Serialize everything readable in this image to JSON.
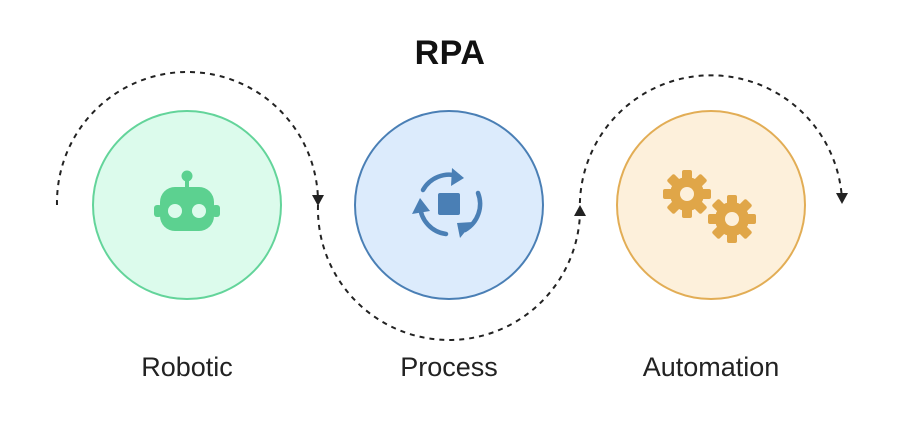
{
  "title": "RPA",
  "colors": {
    "robotic_fill": "#dcfbec",
    "robotic_stroke": "#63d49a",
    "robotic_icon": "#5cd190",
    "process_fill": "#dcebfc",
    "process_stroke": "#4a7fb5",
    "process_icon": "#4a7fb5",
    "automation_fill": "#fdf0db",
    "automation_stroke": "#e2ad55",
    "automation_icon": "#e0a648",
    "connector": "#222222"
  },
  "stages": [
    {
      "label": "Robotic",
      "icon": "robot-icon"
    },
    {
      "label": "Process",
      "icon": "refresh-cycle-icon"
    },
    {
      "label": "Automation",
      "icon": "gears-icon"
    }
  ]
}
